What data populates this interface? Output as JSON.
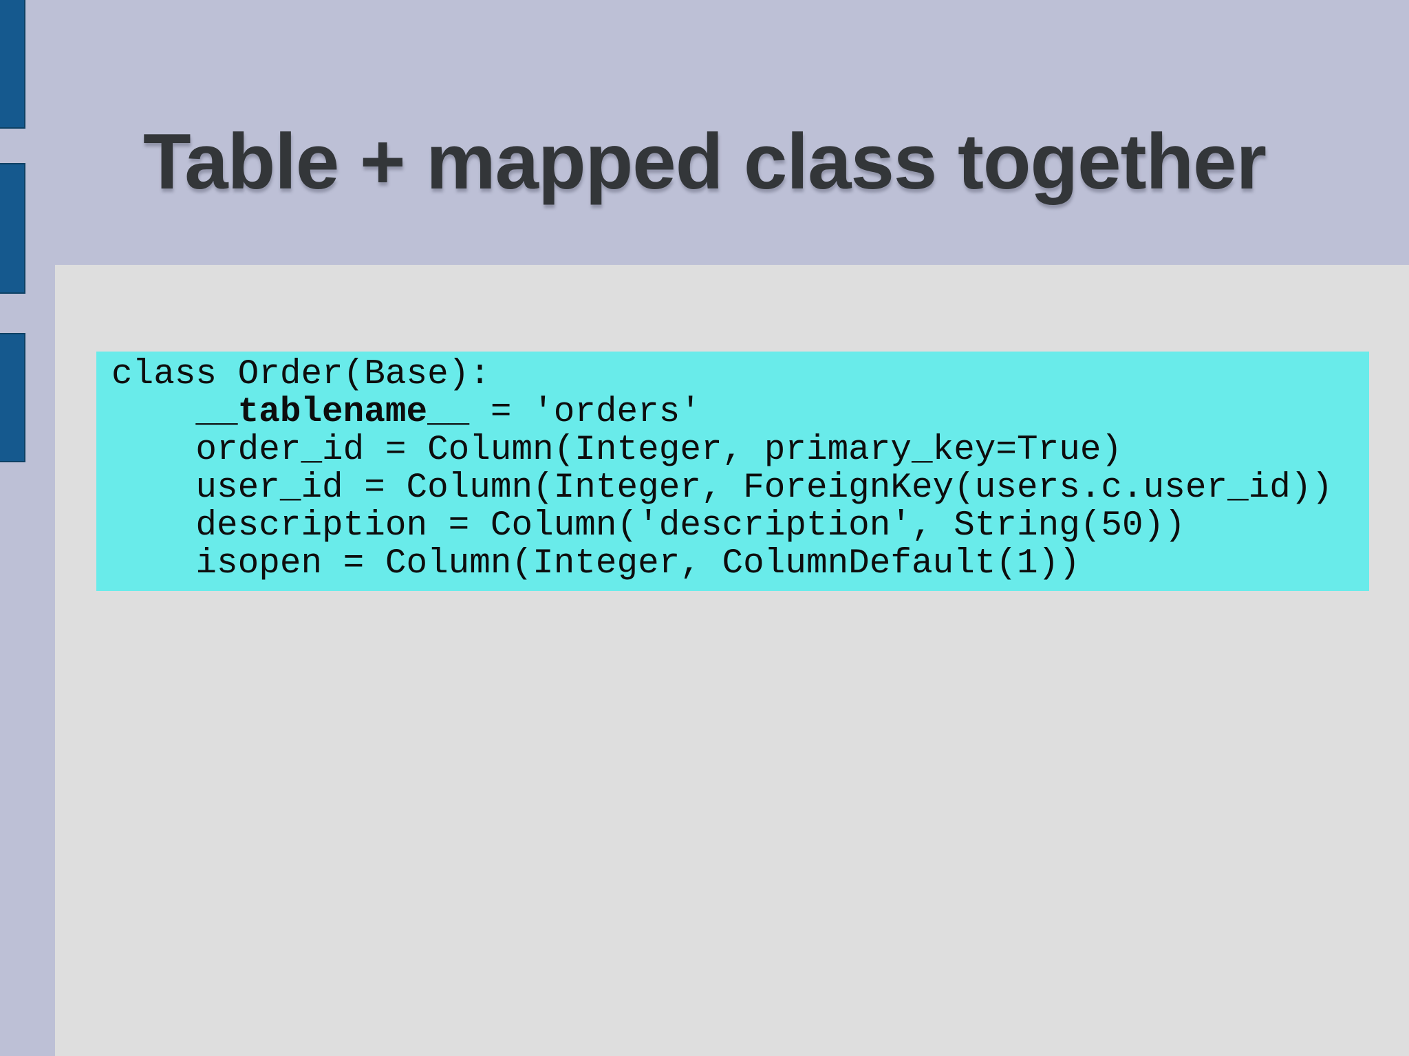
{
  "slide": {
    "title": "Table + mapped class together"
  },
  "code_block": {
    "lines": [
      {
        "text": "class Order(Base):"
      },
      {
        "prefix": "    ",
        "bold": "__tablename__",
        "suffix": " = 'orders'"
      },
      {
        "text": "    order_id = Column(Integer, primary_key=True)"
      },
      {
        "text": "    user_id = Column(Integer, ForeignKey(users.c.user_id))"
      },
      {
        "text": "    description = Column('description', String(50))"
      },
      {
        "text": "    isopen = Column(Integer, ColumnDefault(1))"
      }
    ]
  },
  "colors": {
    "bg-lavender": "#bdc0d6",
    "bar-blue": "#15598e",
    "bar-border": "#0e4164",
    "panel-gray": "#dedede",
    "title-color": "#333639",
    "code-bg": "#69ebea"
  }
}
